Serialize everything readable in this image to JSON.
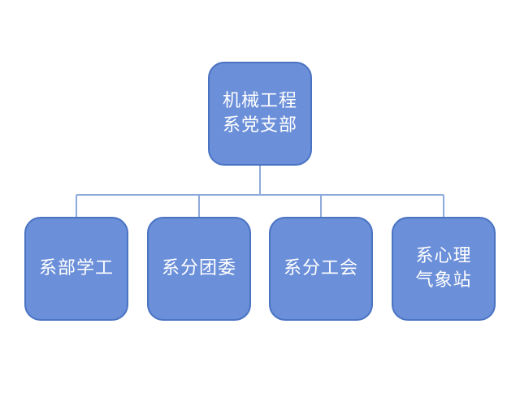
{
  "colors": {
    "node_fill": "#6b8fd9",
    "node_border": "#4a73c2",
    "connector": "#8eaadb"
  },
  "org_chart": {
    "root": {
      "label": "机械工程\n系党支部"
    },
    "children": [
      {
        "label": "系部学工"
      },
      {
        "label": "系分团委"
      },
      {
        "label": "系分工会"
      },
      {
        "label": "系心理\n气象站"
      }
    ]
  }
}
